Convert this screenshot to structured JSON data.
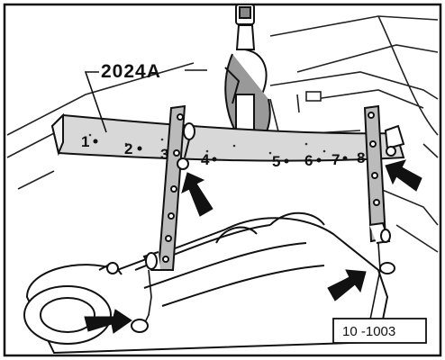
{
  "figure": {
    "tool_number": "2024A",
    "hole_labels": [
      "1",
      "2",
      "3",
      "4",
      "5",
      "6",
      "7",
      "8"
    ],
    "figure_reference": "10 -1003"
  }
}
